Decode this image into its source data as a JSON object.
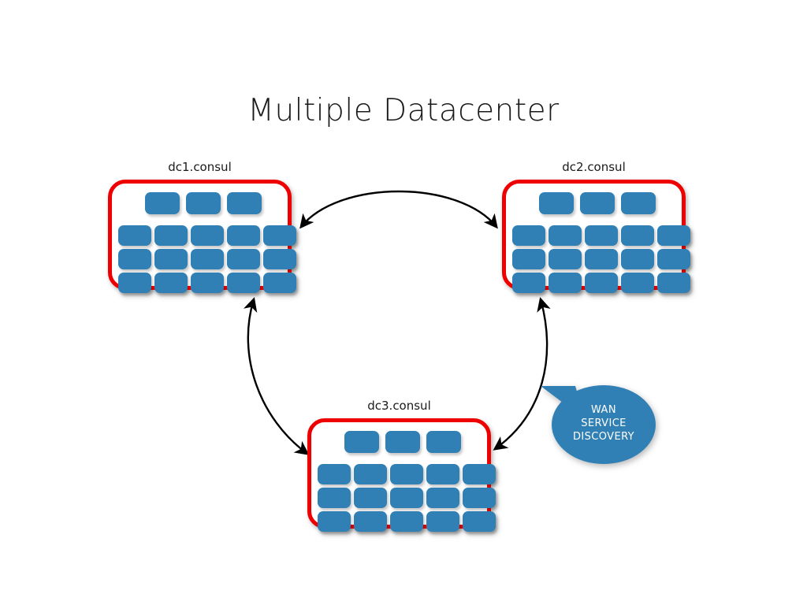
{
  "slide": {
    "title": "Multiple Datacenter",
    "background_color": "#ffffff"
  },
  "theme": {
    "node_color": "#3180b5",
    "box_border_color": "#ee0000",
    "arrow_color": "#000000",
    "callout_color": "#3180b5",
    "callout_text_color": "#ffffff",
    "text_color": "#1a1a1a"
  },
  "datacenters": [
    {
      "id": "dc1",
      "label": "dc1.consul",
      "server_count": 3,
      "client_rows": 3,
      "client_cols": 5,
      "client_count": 15
    },
    {
      "id": "dc2",
      "label": "dc2.consul",
      "server_count": 3,
      "client_rows": 3,
      "client_cols": 5,
      "client_count": 15
    },
    {
      "id": "dc3",
      "label": "dc3.consul",
      "server_count": 3,
      "client_rows": 3,
      "client_cols": 5,
      "client_count": 15
    }
  ],
  "connections": [
    {
      "id": "dc1-dc2",
      "from": "dc1",
      "to": "dc2",
      "bidirectional": true
    },
    {
      "id": "dc1-dc3",
      "from": "dc1",
      "to": "dc3",
      "bidirectional": true
    },
    {
      "id": "dc2-dc3",
      "from": "dc2",
      "to": "dc3",
      "bidirectional": true
    }
  ],
  "callout": {
    "lines": [
      "WAN",
      "SERVICE",
      "DISCOVERY"
    ],
    "line1": "WAN",
    "line2": "SERVICE",
    "line3": "DISCOVERY",
    "points_at": "dc2-dc3"
  }
}
